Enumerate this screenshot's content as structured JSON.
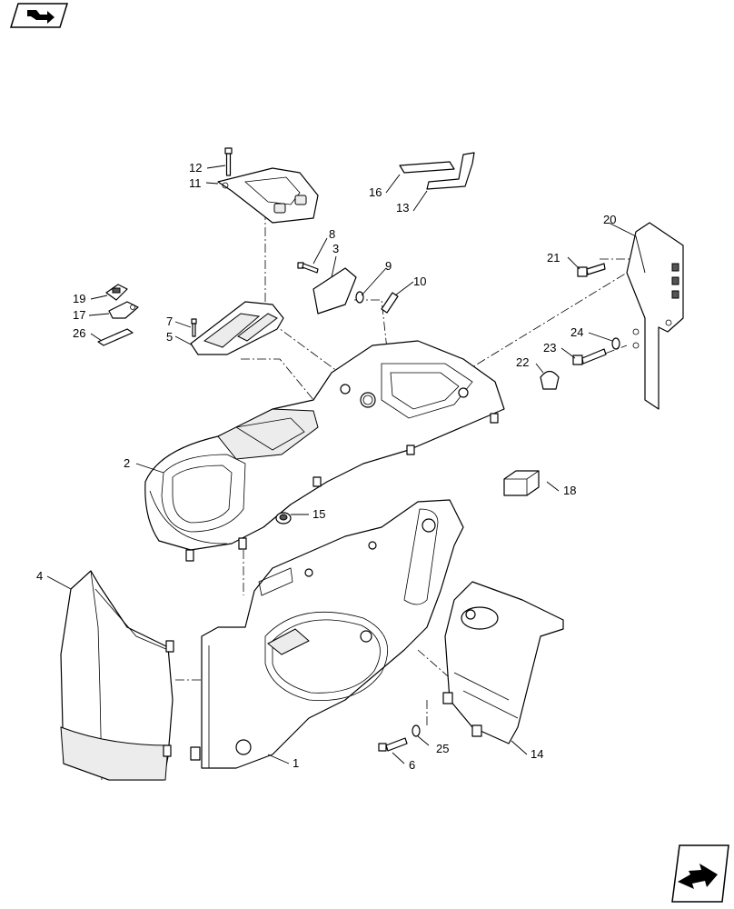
{
  "labels": {
    "p1": "1",
    "p2": "2",
    "p3": "3",
    "p4": "4",
    "p5": "5",
    "p6": "6",
    "p7": "7",
    "p8": "8",
    "p9": "9",
    "p10": "10",
    "p11": "11",
    "p12": "12",
    "p13": "13",
    "p14": "14",
    "p15": "15",
    "p16": "16",
    "p17": "17",
    "p18": "18",
    "p19": "19",
    "p20": "20",
    "p21": "21",
    "p22": "22",
    "p23": "23",
    "p24": "24",
    "p25": "25",
    "p26": "26"
  },
  "icons": {
    "top_left": "book-arrow-icon",
    "bottom_right": "next-page-arrow-icon"
  }
}
